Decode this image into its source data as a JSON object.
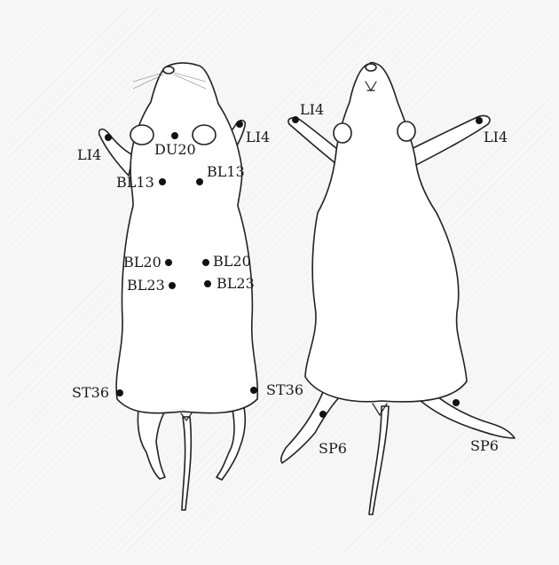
{
  "points": [
    {
      "label": "DU20"
    },
    {
      "label": "LI4"
    },
    {
      "label": "LI4"
    },
    {
      "label": "BL13"
    },
    {
      "label": "BL13"
    },
    {
      "label": "BL20"
    },
    {
      "label": "BL20"
    },
    {
      "label": "BL23"
    },
    {
      "label": "BL23"
    },
    {
      "label": "ST36"
    },
    {
      "label": "ST36"
    },
    {
      "label": "LI4"
    },
    {
      "label": "LI4"
    },
    {
      "label": "SP6"
    },
    {
      "label": "SP6"
    }
  ]
}
